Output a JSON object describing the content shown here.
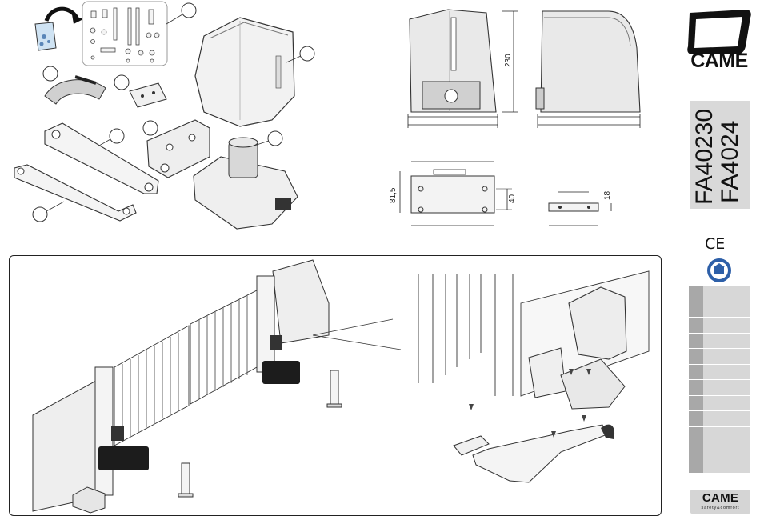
{
  "brand": {
    "logo_text": "CAME",
    "footer_brand": "CAME",
    "footer_tagline": "safety&comfort"
  },
  "models": [
    "FA40230",
    "FA4024"
  ],
  "certification_mark": "CE",
  "dimensions": {
    "height": "230",
    "plate_height": "81,5",
    "plate_hole_spacing": "40",
    "bracket_thickness": "18"
  },
  "colors": {
    "sidebar_gray": "#d9d9d9",
    "stripe_square": "#a8a8a8",
    "stripe_bar": "#d7d7d7",
    "label_box": "#1c1c1c",
    "badge_blue": "#2d5fa8"
  },
  "stripe_rows": 12,
  "icons": [
    "came-logo-icon",
    "ce-mark-icon",
    "quality-badge-icon"
  ]
}
